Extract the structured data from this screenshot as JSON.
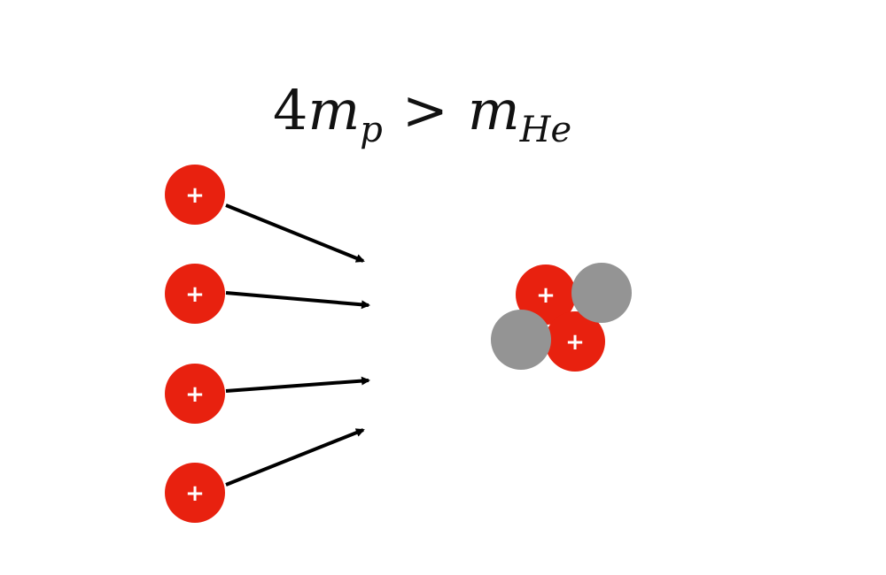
{
  "equation": {
    "coefficient": "4",
    "m1": "m",
    "sub1": "p",
    "relation": ">",
    "m2": "m",
    "sub2": "He"
  },
  "proton_charge": "+",
  "colors": {
    "proton": "#e8210f",
    "neutron": "#949494",
    "arrow": "#000000"
  },
  "incoming_protons": 4,
  "helium_nucleus": {
    "protons": 2,
    "neutrons": 2
  }
}
